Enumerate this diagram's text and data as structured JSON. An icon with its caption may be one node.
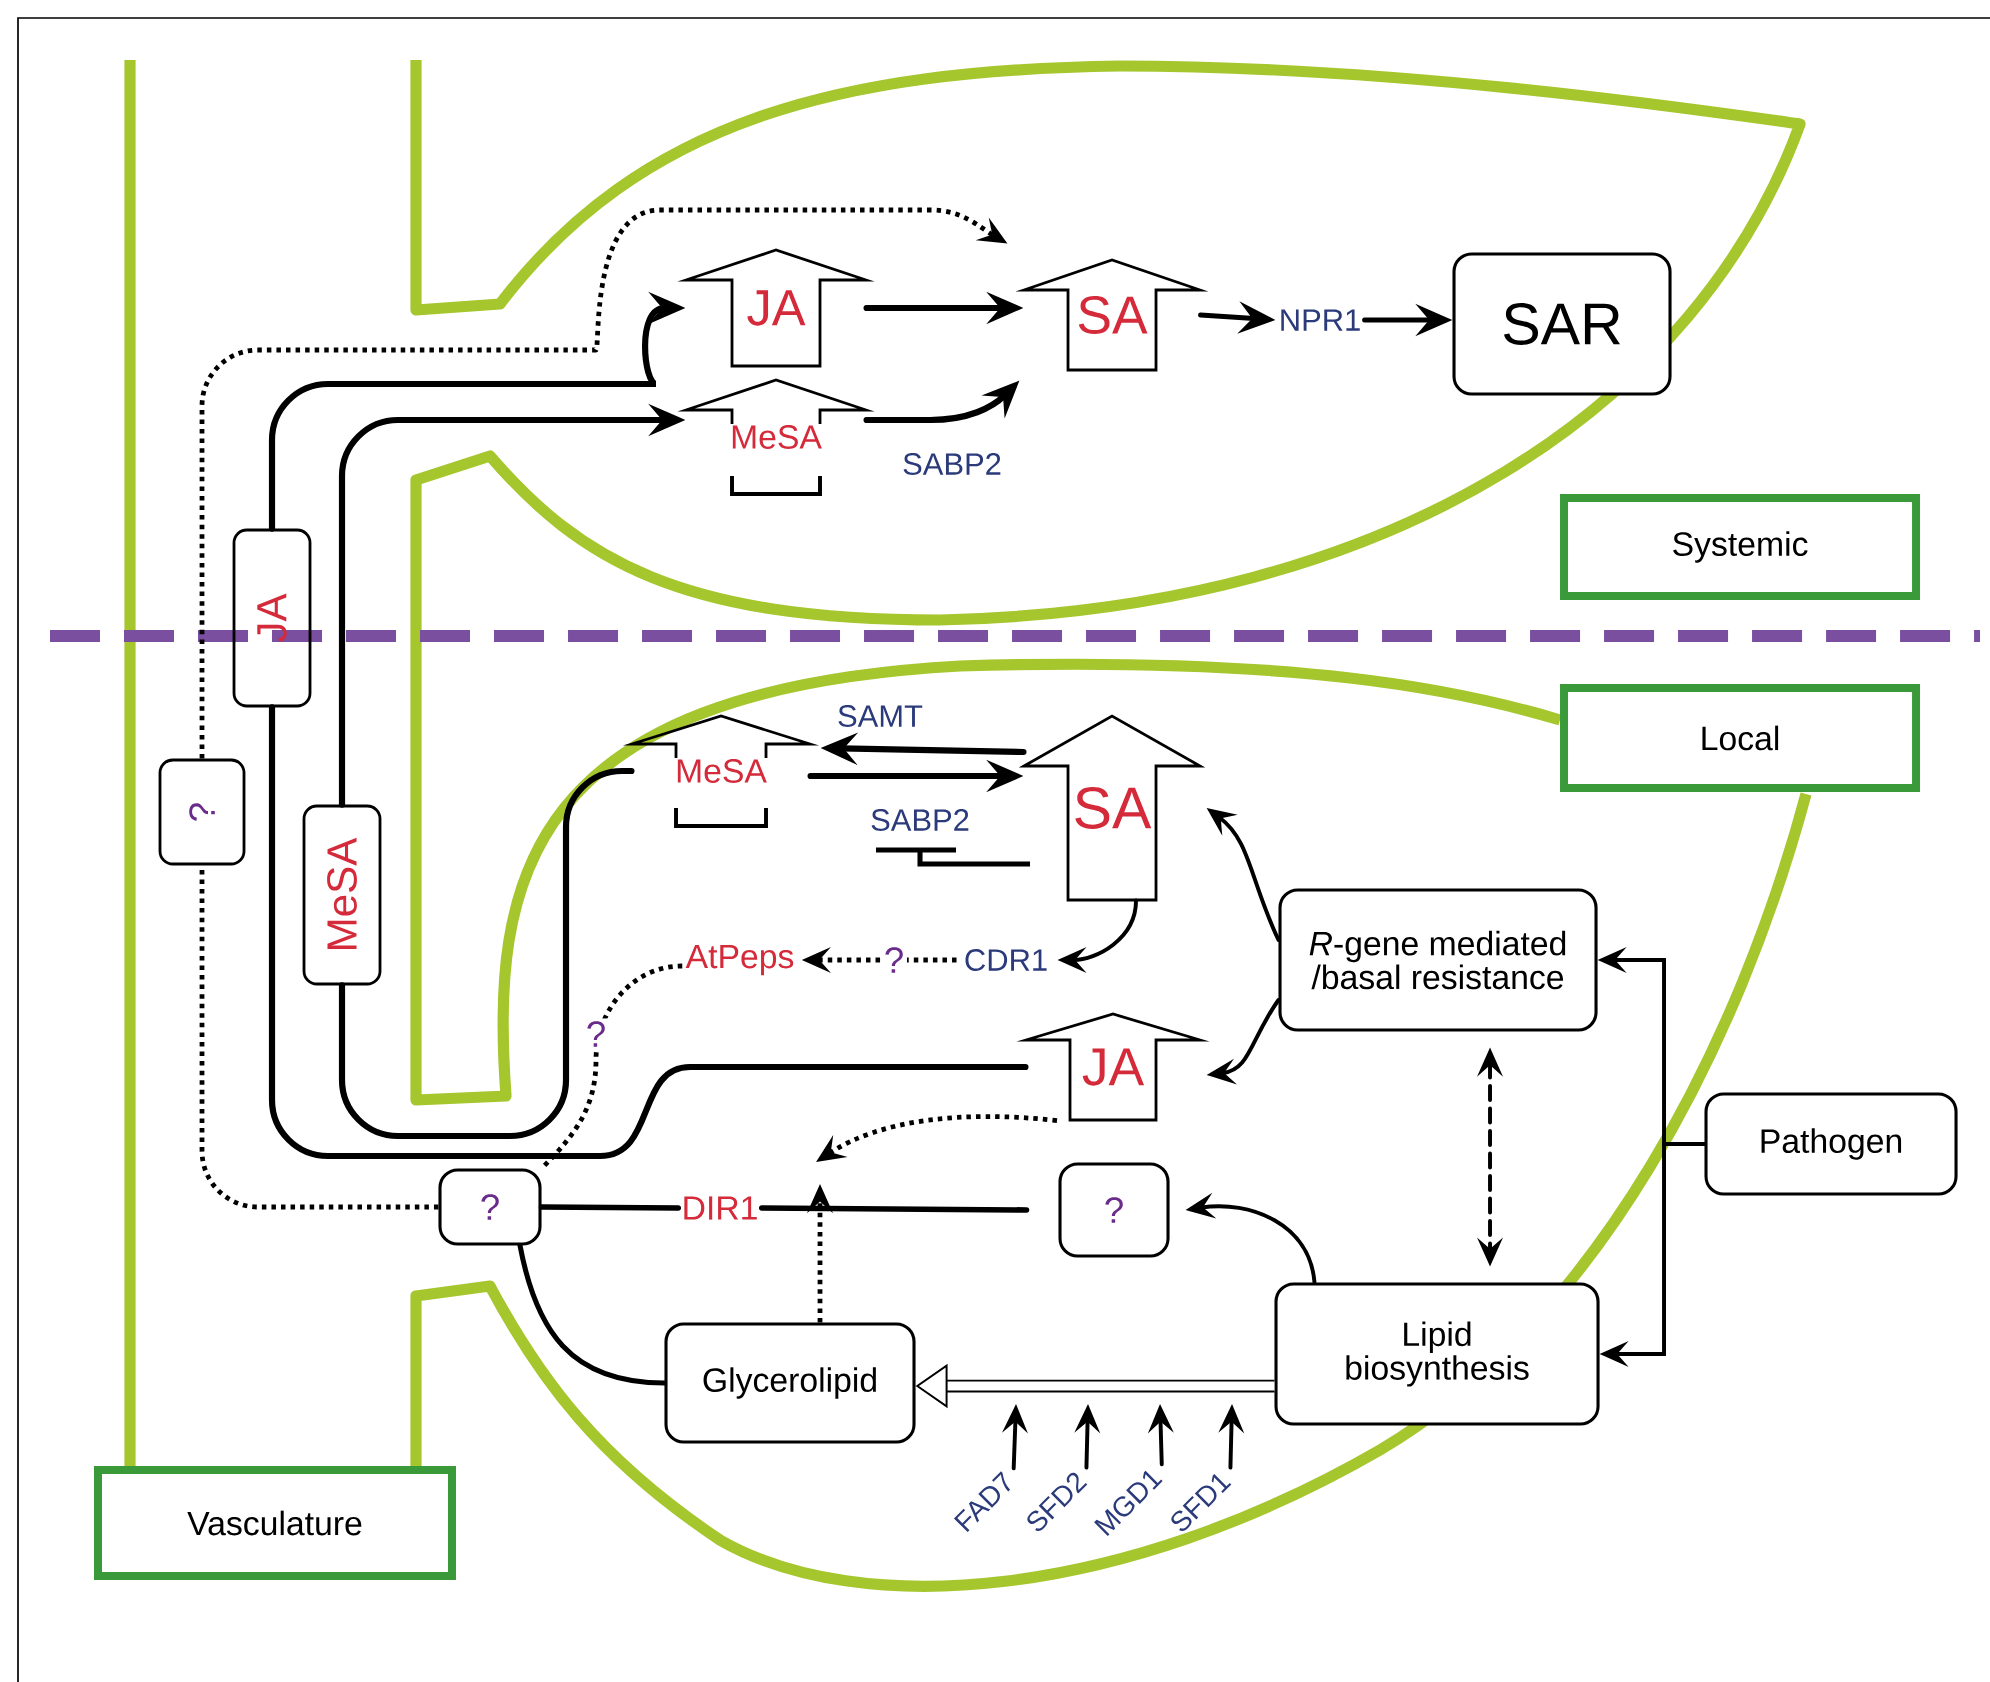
{
  "diagram": {
    "nodes": [
      {
        "text": [
          "JA"
        ]
      },
      {
        "text": [
          "MeSA"
        ]
      },
      {
        "text": [
          "SA"
        ]
      },
      {
        "text": [
          "NPR1"
        ]
      },
      {
        "text": [
          "SAR"
        ]
      },
      {
        "text": [
          "Systemic"
        ]
      },
      {
        "text": [
          "Local"
        ]
      },
      {
        "text": [
          "JA"
        ]
      },
      {
        "text": [
          "?"
        ]
      },
      {
        "text": [
          "MeSA"
        ]
      },
      {
        "text": [
          "MeSA"
        ]
      },
      {
        "text": [
          "SA"
        ]
      },
      {
        "text": [
          "AtPeps"
        ]
      },
      {
        "text": [
          "CDR1"
        ]
      },
      {
        "text": [
          "*R*-gene mediated /basal resistance"
        ]
      },
      {
        "text": [
          "JA"
        ]
      },
      {
        "text": [
          "?"
        ]
      },
      {
        "text": [
          "DIR1"
        ]
      },
      {
        "text": [
          "?"
        ]
      },
      {
        "text": [
          "Pathogen"
        ]
      },
      {
        "text": [
          "Glycerolipid"
        ]
      },
      {
        "text": [
          "Lipid biosynthesis"
        ]
      },
      {
        "text": [
          "FAD7"
        ]
      },
      {
        "text": [
          "SFD2"
        ]
      },
      {
        "text": [
          "MGD1"
        ]
      },
      {
        "text": [
          "SFD1"
        ]
      },
      {
        "text": [
          "Vasculature"
        ]
      }
    ],
    "edges": [
      {
        "from": 15,
        "to": 7,
        "arrow": "none"
      },
      {
        "from": 7,
        "to": 0,
        "arrow": "to"
      },
      {
        "from": 10,
        "to": 9,
        "arrow": "none"
      },
      {
        "from": 9,
        "to": 1,
        "arrow": "to"
      },
      {
        "from": 16,
        "to": 8,
        "arrow": "none",
        "style": "dashed"
      },
      {
        "from": 8,
        "to": 2,
        "arrow": "to",
        "style": "dashed"
      },
      {
        "from": 0,
        "to": 2,
        "arrow": "to"
      },
      {
        "from": 1,
        "to": 2,
        "arrow": "to",
        "label": "SABP2"
      },
      {
        "from": 2,
        "to": 3,
        "arrow": "to"
      },
      {
        "from": 3,
        "to": 4,
        "arrow": "to"
      },
      {
        "from": 11,
        "to": 10,
        "arrow": "to",
        "label": "SAMT"
      },
      {
        "from": 10,
        "to": 11,
        "arrow": "to",
        "label": "SABP2"
      },
      {
        "from": 11,
        "to": 13,
        "arrow": "to"
      },
      {
        "from": 13,
        "to": 12,
        "arrow": "to",
        "style": "dashed",
        "label": "?"
      },
      {
        "from": 12,
        "to": 16,
        "arrow": "none",
        "style": "dashed",
        "label": "?"
      },
      {
        "from": 14,
        "to": 11,
        "arrow": "to"
      },
      {
        "from": 14,
        "to": 15,
        "arrow": "to"
      },
      {
        "from": 15,
        "to": null,
        "arrow": "to",
        "style": "dashed"
      },
      {
        "from": 16,
        "to": 17,
        "arrow": "none"
      },
      {
        "from": 17,
        "to": 18,
        "arrow": "none"
      },
      {
        "from": 20,
        "to": null,
        "arrow": "to",
        "style": "dashed"
      },
      {
        "from": 21,
        "to": 18,
        "arrow": "to"
      },
      {
        "from": 14,
        "to": 21,
        "arrow": "both",
        "style": "dashed"
      },
      {
        "from": 19,
        "to": 14,
        "arrow": "to"
      },
      {
        "from": 19,
        "to": 21,
        "arrow": "to"
      },
      {
        "from": 21,
        "to": 20,
        "arrow": "to",
        "style": "thick"
      },
      {
        "from": 16,
        "to": 20,
        "arrow": "none"
      },
      {
        "from": 22,
        "to": null,
        "arrow": "to"
      },
      {
        "from": 23,
        "to": null,
        "arrow": "to"
      },
      {
        "from": 24,
        "to": null,
        "arrow": "to"
      },
      {
        "from": 25,
        "to": null,
        "arrow": "to"
      }
    ]
  }
}
